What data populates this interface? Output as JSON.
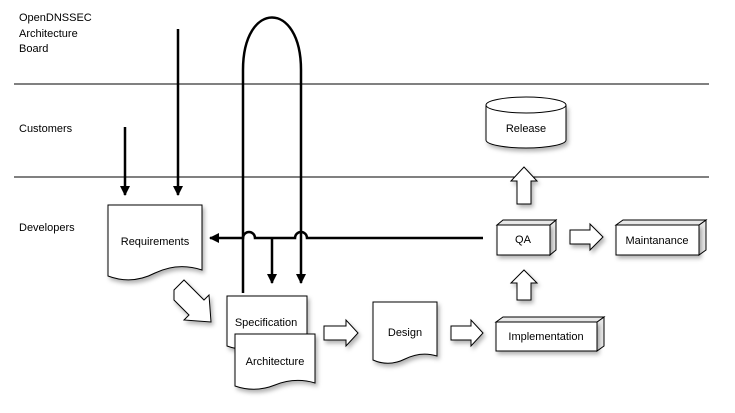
{
  "lanes": {
    "board": [
      "OpenDNSSEC",
      "Architecture",
      "Board"
    ],
    "customers": "Customers",
    "developers": "Developers"
  },
  "nodes": {
    "release": "Release",
    "requirements": "Requirements",
    "qa": "QA",
    "maintanance": "Maintanance",
    "specification": "Specification",
    "architecture": "Architecture",
    "design": "Design",
    "implementation": "Implementation"
  }
}
